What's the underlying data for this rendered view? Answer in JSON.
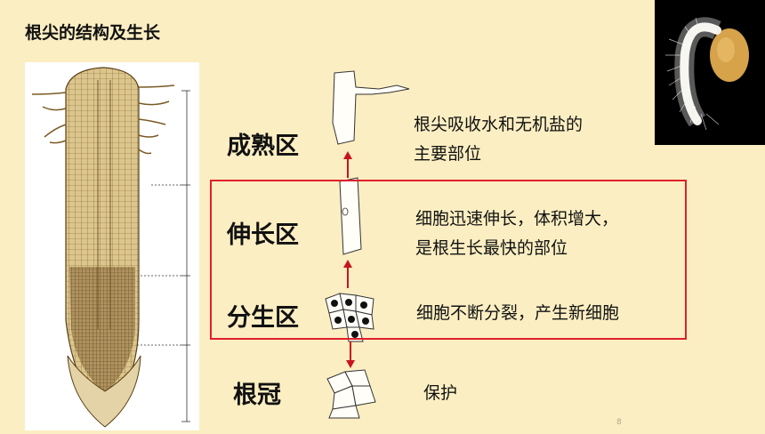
{
  "title": "根尖的结构及生长",
  "zones": [
    {
      "name": "成熟区",
      "description_lines": [
        "根尖吸收水和无机盐的",
        "主要部位"
      ]
    },
    {
      "name": "伸长区",
      "description_lines": [
        "细胞迅速伸长，体积增大，",
        "是根生长最快的部位"
      ]
    },
    {
      "name": "分生区",
      "description_lines": [
        "细胞不断分裂，产生新细胞"
      ]
    },
    {
      "name": "根冠",
      "description_lines": [
        "保护"
      ]
    }
  ],
  "page_number": "8",
  "colors": {
    "background": "#fbeec2",
    "highlight_border": "#e0202a",
    "arrow": "#c8141e",
    "root_fill": "#dcc68e",
    "root_line": "#7a5a24"
  }
}
